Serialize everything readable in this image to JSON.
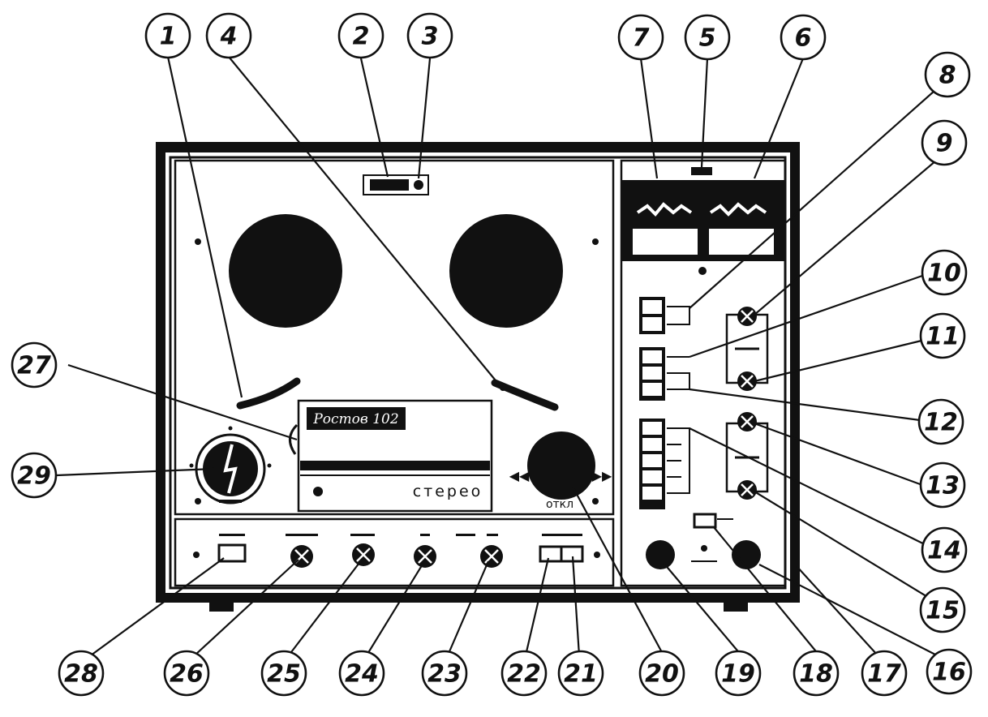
{
  "device": {
    "badge_text": "Ростов 102",
    "label_stereo": "стерео",
    "label_off": "откл"
  },
  "callouts": [
    {
      "id": "1",
      "label": "1"
    },
    {
      "id": "4",
      "label": "4"
    },
    {
      "id": "2",
      "label": "2"
    },
    {
      "id": "3",
      "label": "3"
    },
    {
      "id": "7",
      "label": "7"
    },
    {
      "id": "5",
      "label": "5"
    },
    {
      "id": "6",
      "label": "6"
    },
    {
      "id": "8",
      "label": "8"
    },
    {
      "id": "9",
      "label": "9"
    },
    {
      "id": "10",
      "label": "10"
    },
    {
      "id": "11",
      "label": "11"
    },
    {
      "id": "12",
      "label": "12"
    },
    {
      "id": "13",
      "label": "13"
    },
    {
      "id": "14",
      "label": "14"
    },
    {
      "id": "15",
      "label": "15"
    },
    {
      "id": "16",
      "label": "16"
    },
    {
      "id": "17",
      "label": "17"
    },
    {
      "id": "18",
      "label": "18"
    },
    {
      "id": "19",
      "label": "19"
    },
    {
      "id": "20",
      "label": "20"
    },
    {
      "id": "21",
      "label": "21"
    },
    {
      "id": "22",
      "label": "22"
    },
    {
      "id": "23",
      "label": "23"
    },
    {
      "id": "24",
      "label": "24"
    },
    {
      "id": "25",
      "label": "25"
    },
    {
      "id": "26",
      "label": "26"
    },
    {
      "id": "27",
      "label": "27"
    },
    {
      "id": "28",
      "label": "28"
    },
    {
      "id": "29",
      "label": "29"
    }
  ]
}
